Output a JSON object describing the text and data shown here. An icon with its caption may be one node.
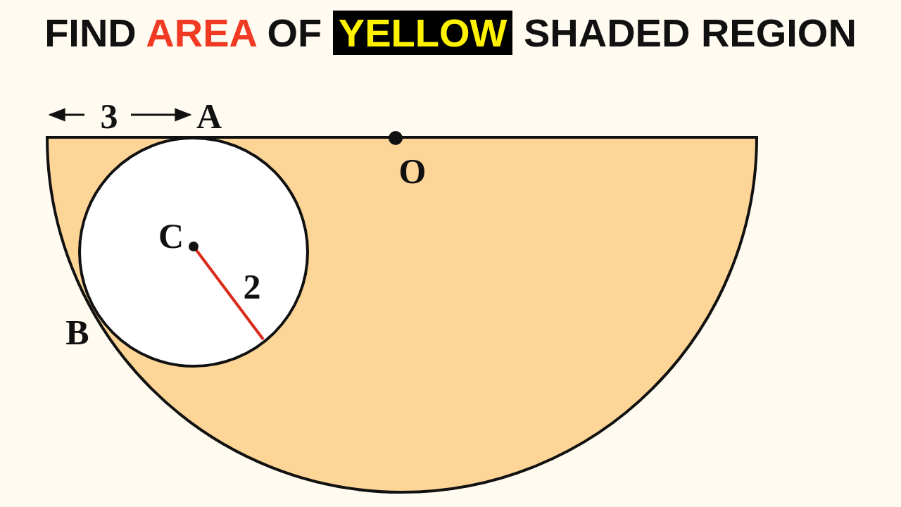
{
  "diagram": {
    "title": "FIND AREA OF YELLOW SHADED REGION",
    "labels": [
      "3",
      "A",
      "O",
      "C",
      "2",
      "B"
    ]
  }
}
